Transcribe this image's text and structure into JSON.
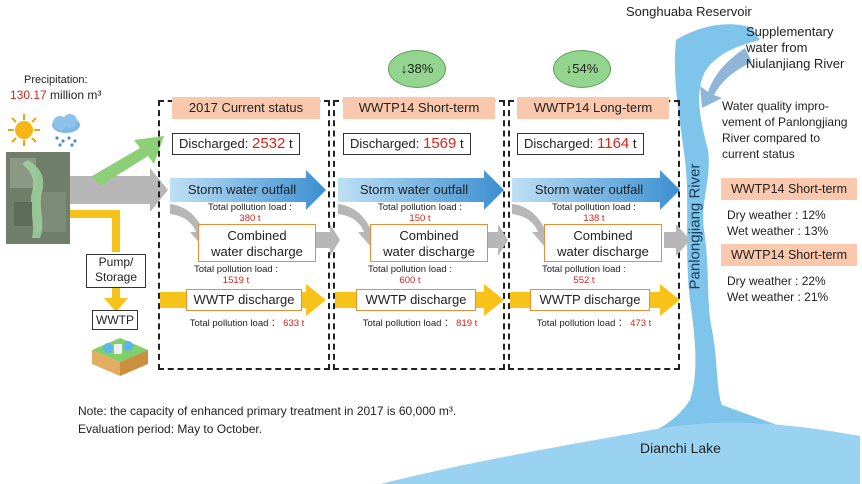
{
  "precipitation": {
    "label": "Precipitation:",
    "value": "130.17",
    "unit": "million m³"
  },
  "pump_storage": {
    "line1": "Pump/",
    "line2": "Storage"
  },
  "wwtp_label": "WWTP",
  "scenarios": [
    {
      "header": "2017 Current status",
      "discharged_label": "Discharged:",
      "discharged_value": "2532",
      "discharged_unit": "t",
      "storm_label": "Storm water outfall",
      "storm_load_label": "Total pollution load :",
      "storm_load_value": "380 t",
      "combined_line1": "Combined",
      "combined_line2": "water discharge",
      "combined_load_label": "Total pollution load :",
      "combined_load_value": "1519 t",
      "wwtp_label": "WWTP discharge",
      "wwtp_load_label": "Total pollution load ：",
      "wwtp_load_value": "633 t"
    },
    {
      "header": "WWTP14 Short-term",
      "reduction": "↓38%",
      "discharged_label": "Discharged:",
      "discharged_value": "1569",
      "discharged_unit": "t",
      "storm_label": "Storm water outfall",
      "storm_load_label": "Total pollution load :",
      "storm_load_value": "150 t",
      "combined_line1": "Combined",
      "combined_line2": "water discharge",
      "combined_load_label": "Total pollution load :",
      "combined_load_value": "600 t",
      "wwtp_label": "WWTP discharge",
      "wwtp_load_label": "Total pollution load ：",
      "wwtp_load_value": "819 t"
    },
    {
      "header": "WWTP14 Long-term",
      "reduction": "↓54%",
      "discharged_label": "Discharged:",
      "discharged_value": "1164",
      "discharged_unit": "t",
      "storm_label": "Storm water outfall",
      "storm_load_label": "Total pollution load :",
      "storm_load_value": "138 t",
      "combined_line1": "Combined",
      "combined_line2": "water discharge",
      "combined_load_label": "Total pollution load :",
      "combined_load_value": "552 t",
      "wwtp_label": "WWTP discharge",
      "wwtp_load_label": "Total pollution load ：",
      "wwtp_load_value": "473 t"
    }
  ],
  "river": {
    "reservoir": "Songhuaba Reservoir",
    "supplementary": [
      "Supplementary",
      "water from",
      "Niulanjiang River"
    ],
    "river_name": "Panlongjiang River",
    "lake": "Dianchi Lake"
  },
  "improvement": {
    "title": [
      "Water quality impro-",
      "vement of Panlongjiang",
      "River compared to",
      "current status"
    ],
    "groups": [
      {
        "header": "WWTP14 Short-term",
        "dry": "Dry weather  : 12%",
        "wet": "Wet weather  : 13%"
      },
      {
        "header": "WWTP14 Short-term",
        "dry": "Dry weather  : 22%",
        "wet": "Wet weather  : 21%"
      }
    ]
  },
  "notes": [
    "Note: the capacity of enhanced primary treatment in 2017 is 60,000 m³.",
    "Evaluation period: May to October."
  ],
  "colors": {
    "header_fill": "#f9c8ad",
    "reduction_fill": "#93d58f",
    "storm_arrow": "#3b8fd1",
    "wwtp_arrow": "#f7c21a",
    "combined_arrow": "#b7b7b7",
    "value_red": "#d8231c",
    "river": "#7fc4ea"
  }
}
